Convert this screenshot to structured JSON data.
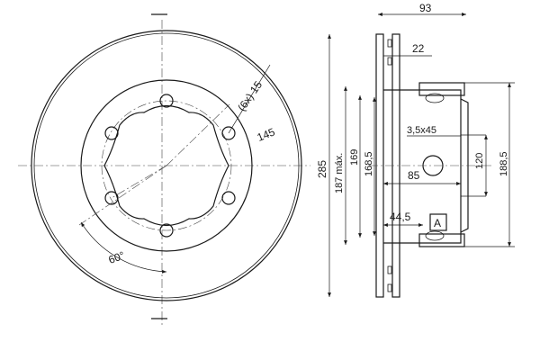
{
  "labels": {
    "pcd_holes": "(6x) 15",
    "pcd": "145",
    "angle": "60°",
    "overall_width": "93",
    "hat_depth": "22",
    "dia_outer": "285",
    "dia_max": "187 máx.",
    "dia_169": "169",
    "dia_168": "168,5",
    "chamfer": "3,5x45",
    "dia_120": "120",
    "dia_188": "188,5",
    "height_85": "85",
    "height_44": "44,5",
    "datum": "A"
  }
}
